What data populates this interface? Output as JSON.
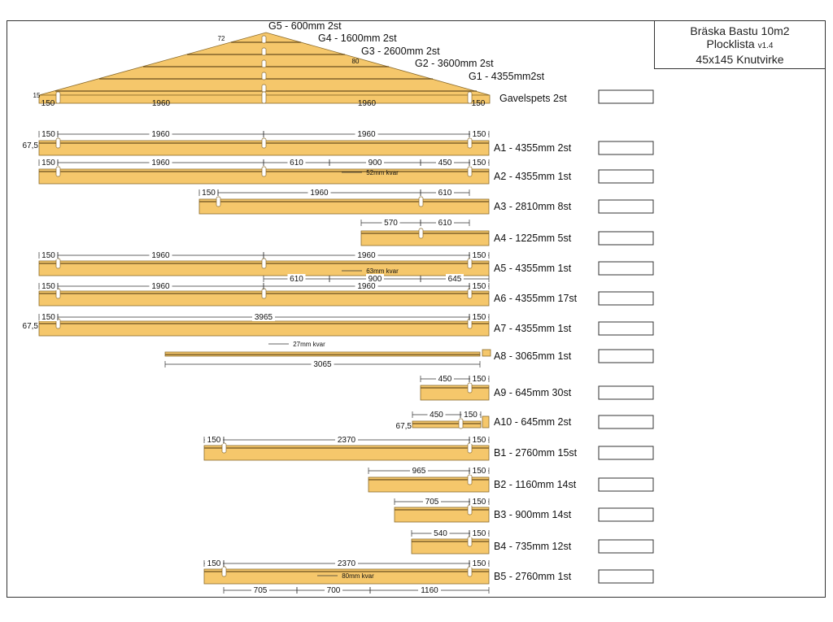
{
  "title": {
    "line1": "Bräska Bastu 10m2",
    "line2": "Plocklista",
    "version": "v1.4",
    "line3": "45x145 Knutvirke"
  },
  "colors": {
    "wood": "#f5c76b",
    "wood_edge": "#8a6a2a",
    "line": "#333333",
    "stripe": "#6b4f1f"
  },
  "gable": {
    "label": "Gavelspets 2st",
    "dims": [
      "150",
      "1960",
      "1960",
      "150"
    ],
    "rows": [
      {
        "text": "G5 - 600mm 2st"
      },
      {
        "text": "G4 - 1600mm 2st"
      },
      {
        "text": "G3 - 2600mm 2st"
      },
      {
        "text": "G2 - 3600mm 2st"
      },
      {
        "text": "G1 - 4355mm2st"
      }
    ],
    "notes": [
      "72",
      "80",
      "15"
    ]
  },
  "rows": [
    {
      "label": "A1 - 4355mm 2st",
      "dims": [
        "150",
        "1960",
        "1960",
        "150"
      ],
      "edge": "67,5",
      "kvar": ""
    },
    {
      "label": "A2 - 4355mm 1st",
      "dims": [
        "150",
        "1960",
        "610",
        "900",
        "450",
        "150"
      ],
      "edge": "",
      "kvar": "52mm kvar"
    },
    {
      "label": "A3 - 2810mm 8st",
      "dims": [
        "150",
        "1960",
        "610"
      ],
      "edge": "",
      "kvar": ""
    },
    {
      "label": "A4 - 1225mm 5st",
      "dims": [
        "570",
        "610"
      ],
      "edge": "",
      "kvar": ""
    },
    {
      "label": "A5 - 4355mm 1st",
      "dims": [
        "150",
        "1960",
        "1960",
        "150",
        "610",
        "900",
        "645"
      ],
      "edge": "",
      "kvar": "63mm kvar"
    },
    {
      "label": "A6 - 4355mm 17st",
      "dims": [
        "150",
        "1960",
        "1960",
        "150"
      ],
      "edge": "",
      "kvar": ""
    },
    {
      "label": "A7 - 4355mm 1st",
      "dims": [
        "150",
        "3965",
        "150"
      ],
      "edge": "67,5",
      "kvar": ""
    },
    {
      "label": "A8 - 3065mm 1st",
      "dims": [
        "3065"
      ],
      "edge": "",
      "kvar": "27mm kvar"
    },
    {
      "label": "A9 - 645mm 30st",
      "dims": [
        "450",
        "150"
      ],
      "edge": "",
      "kvar": ""
    },
    {
      "label": "A10 - 645mm 2st",
      "dims": [
        "450",
        "150"
      ],
      "edge": "67,5",
      "kvar": ""
    },
    {
      "label": "B1 - 2760mm 15st",
      "dims": [
        "150",
        "2370",
        "150"
      ],
      "edge": "",
      "kvar": ""
    },
    {
      "label": "B2 - 1160mm 14st",
      "dims": [
        "965",
        "150"
      ],
      "edge": "",
      "kvar": ""
    },
    {
      "label": "B3 - 900mm 14st",
      "dims": [
        "705",
        "150"
      ],
      "edge": "",
      "kvar": ""
    },
    {
      "label": "B4 - 735mm 12st",
      "dims": [
        "540",
        "150"
      ],
      "edge": "",
      "kvar": ""
    },
    {
      "label": "B5 - 2760mm 1st",
      "dims": [
        "150",
        "2370",
        "150",
        "705",
        "700",
        "1160"
      ],
      "edge": "",
      "kvar": "80mm kvar"
    }
  ]
}
